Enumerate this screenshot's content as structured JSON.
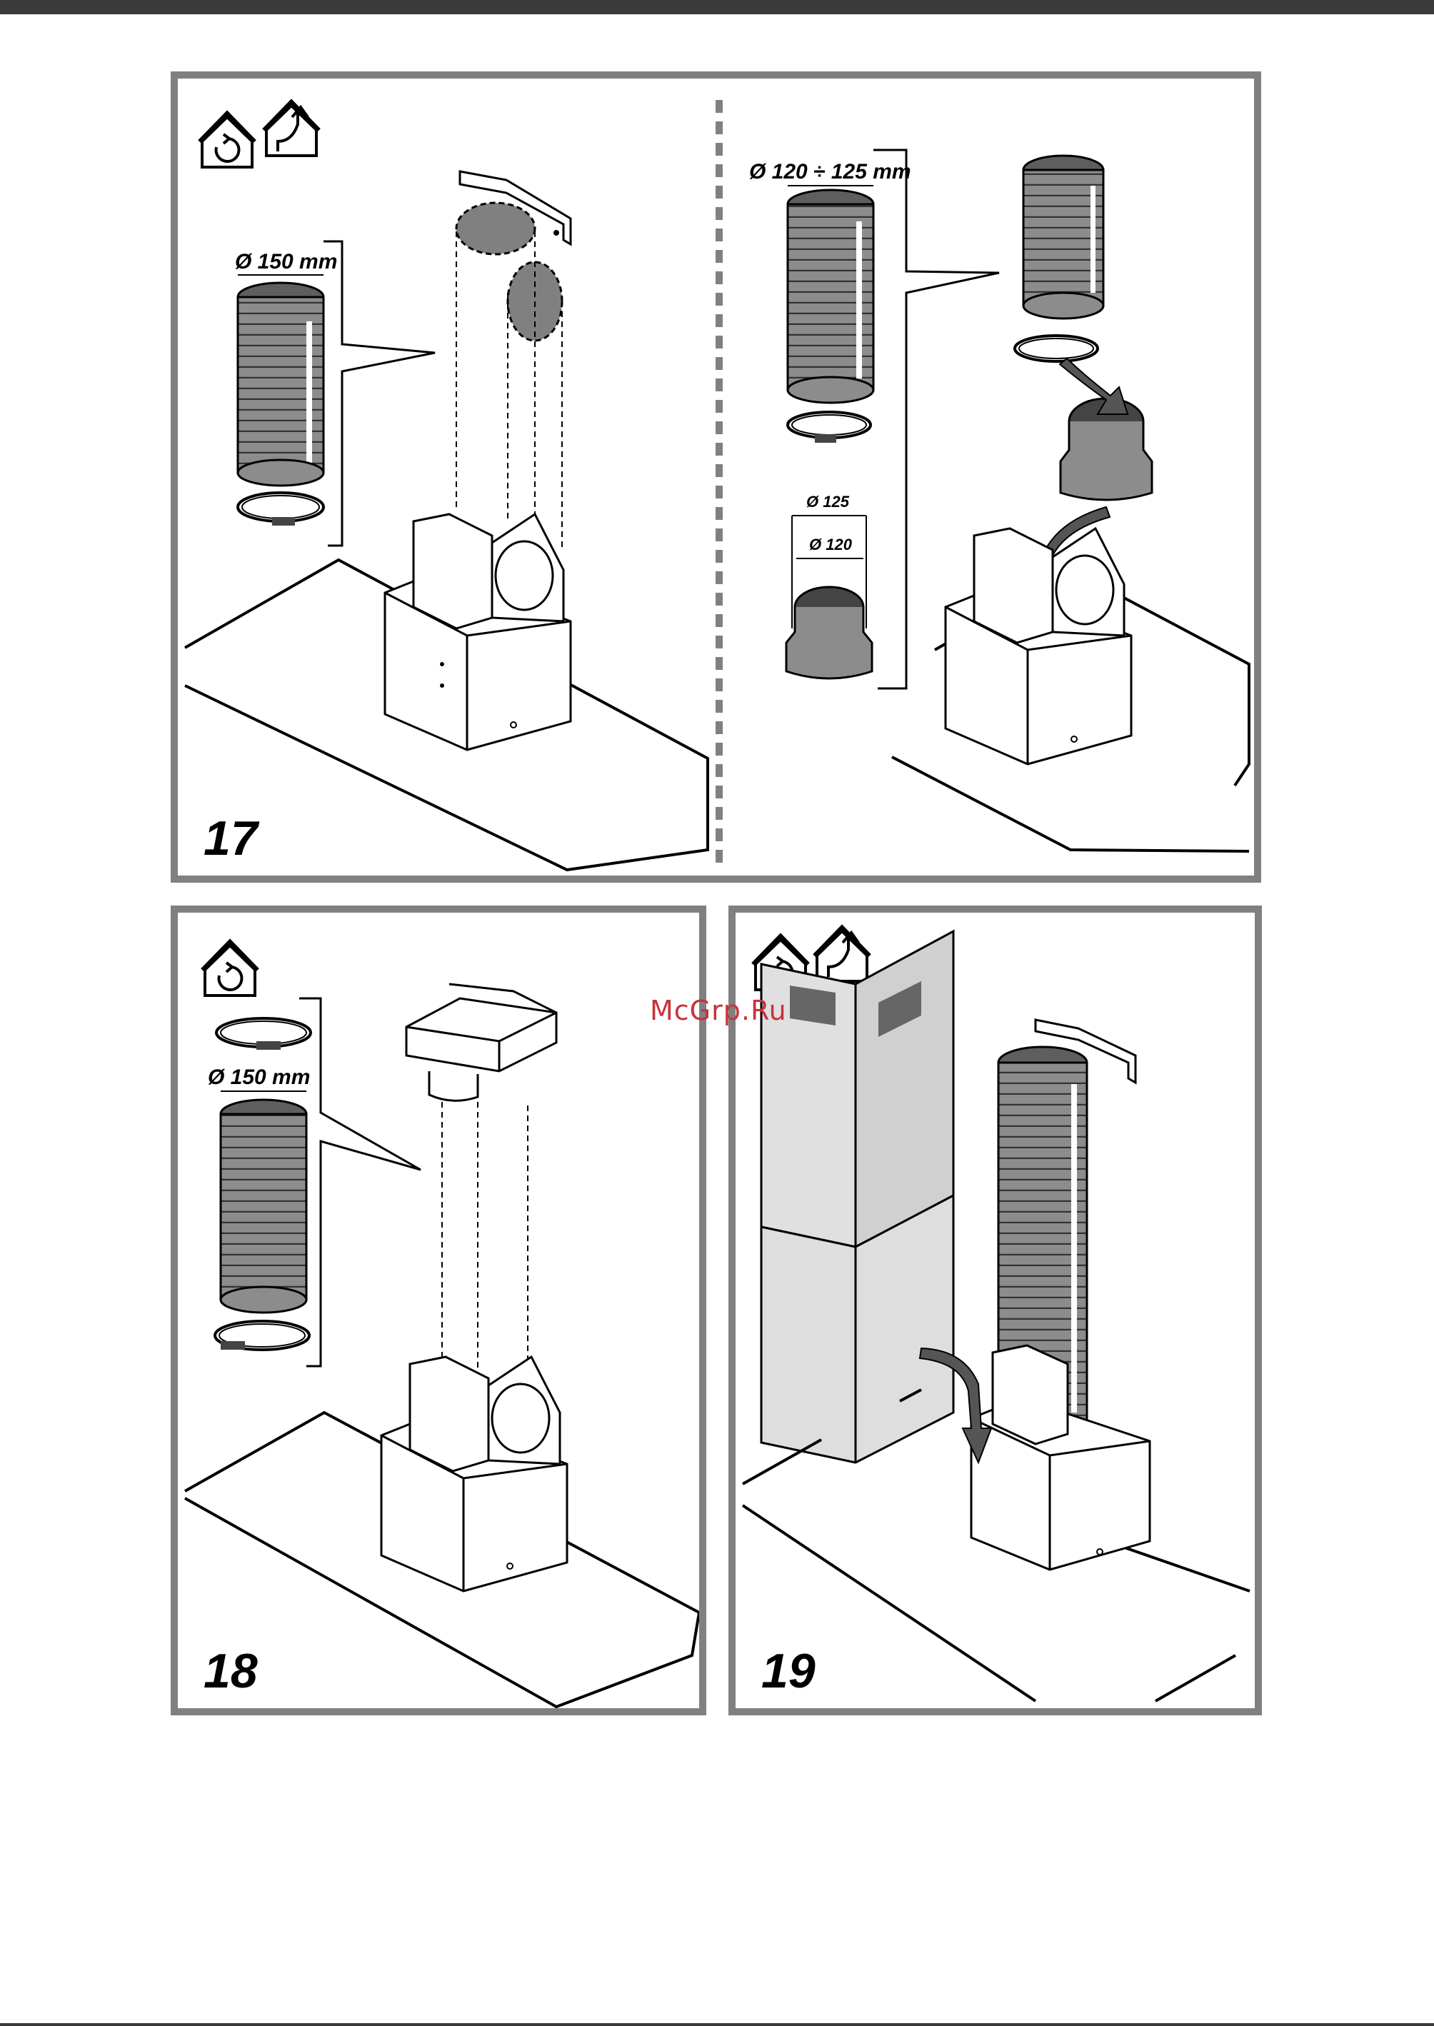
{
  "figures": {
    "fig17": {
      "number": "17",
      "left_diameter": "Ø 150 mm",
      "right_diameter": "Ø 120 ÷ 125 mm",
      "adapter_outer": "Ø 125",
      "adapter_inner": "Ø 120",
      "icons": [
        "recirculation-icon",
        "extraction-icon"
      ]
    },
    "fig18": {
      "number": "18",
      "diameter": "Ø 150 mm",
      "icons": [
        "recirculation-icon"
      ]
    },
    "fig19": {
      "number": "19",
      "icons": [
        "recirculation-icon",
        "extraction-icon"
      ]
    }
  },
  "watermark": "McGrp.Ru",
  "colors": {
    "frame": "#808080",
    "duct": "#8c8c8c",
    "duct_dark": "#5e5e5e",
    "line": "#000000"
  }
}
